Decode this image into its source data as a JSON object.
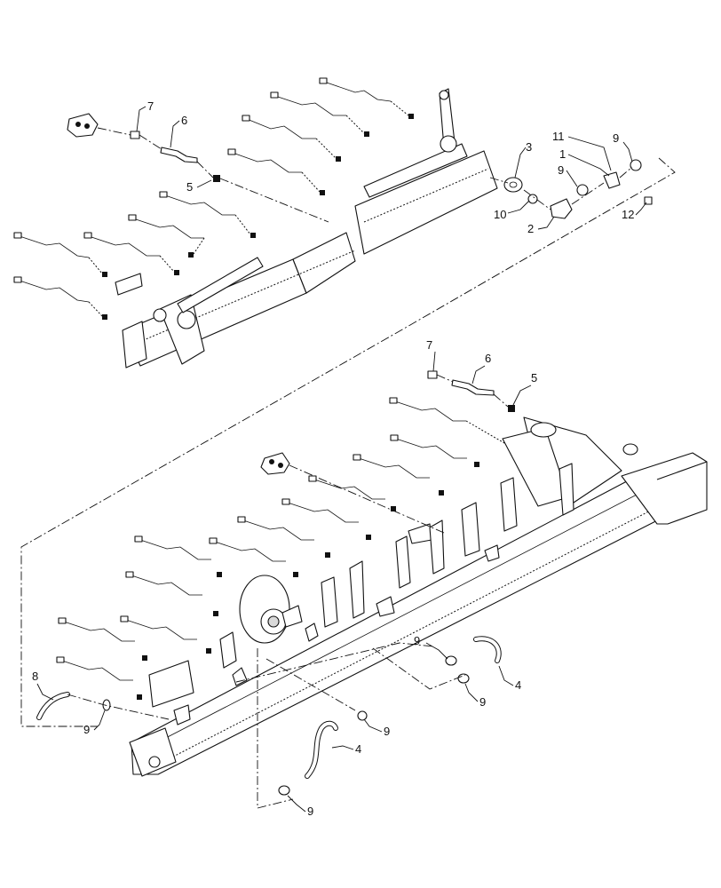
{
  "callouts": {
    "upper": {
      "c7": "7",
      "c6": "6",
      "c5": "5",
      "c3": "3",
      "c11": "11",
      "c1": "1",
      "c9a": "9",
      "c9b": "9",
      "c10": "10",
      "c2": "2",
      "c12": "12"
    },
    "lower": {
      "c7": "7",
      "c6": "6",
      "c5": "5",
      "c8": "8",
      "c9a": "9",
      "c9b": "9",
      "c9c": "9",
      "c9d": "9",
      "c9e": "9",
      "c4a": "4",
      "c4b": "4"
    }
  }
}
